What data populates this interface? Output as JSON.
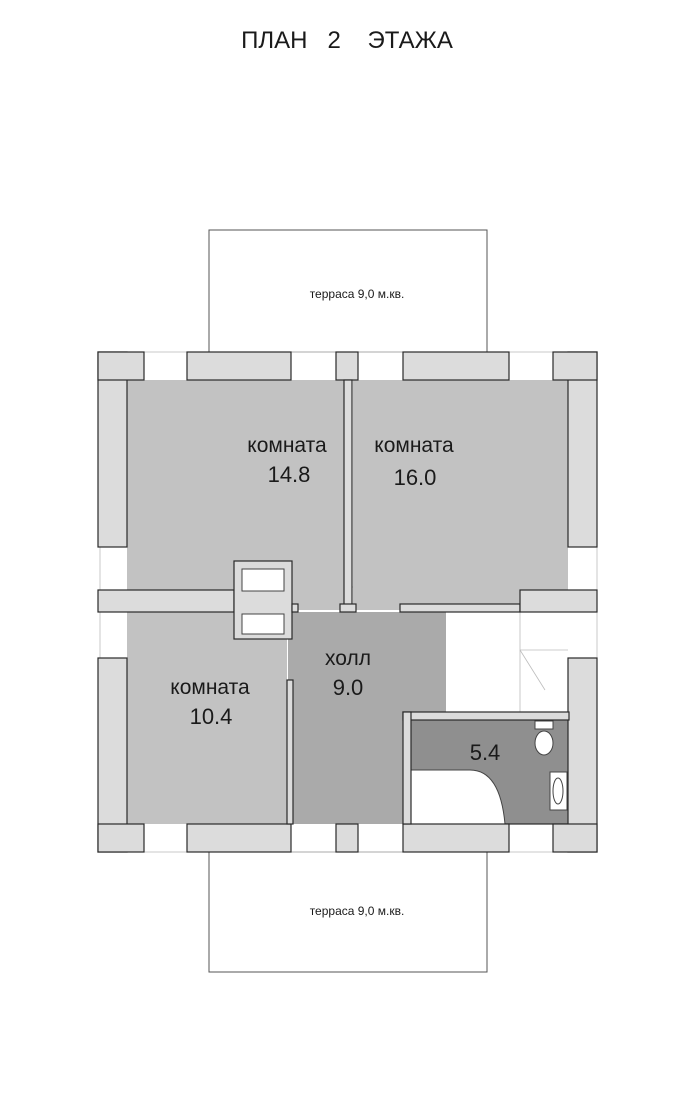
{
  "title": "ПЛАН   2    ЭТАЖА",
  "terraces": {
    "top": "терраса 9,0 м.кв.",
    "bottom": "терраса 9,0 м.кв."
  },
  "rooms": {
    "room_left_top": {
      "name": "комната",
      "area": "14.8"
    },
    "room_right_top": {
      "name": "комната",
      "area": "16.0"
    },
    "room_left_bottom": {
      "name": "комната",
      "area": "10.4"
    },
    "hall": {
      "name": "холл",
      "area": "9.0"
    },
    "bathroom": {
      "area": "5.4"
    }
  },
  "colors": {
    "room_fill": "#c2c2c2",
    "hall_fill": "#aaaaaa",
    "bathroom_fill": "#8f8f8f",
    "wall_fill": "#dcdcdc"
  }
}
